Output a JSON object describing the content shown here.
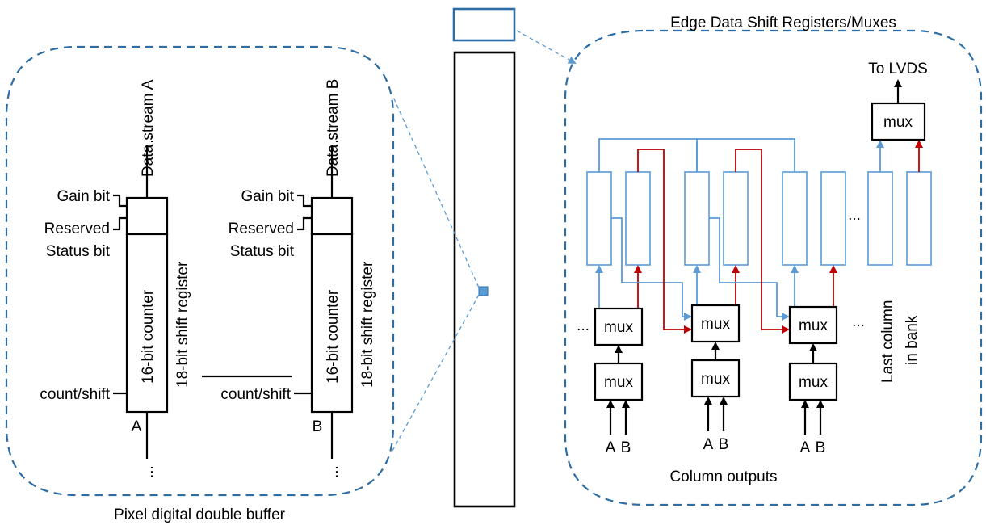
{
  "left_panel": {
    "caption": "Pixel digital double buffer",
    "unit_a": {
      "stream": "Data stream A",
      "gain": "Gain bit",
      "reserved": "Reserved",
      "status": "Status bit",
      "counter": "16-bit counter",
      "shift_reg": "18-bit shift register",
      "ctrl": "count/shift",
      "io": "A",
      "ellipsis_top": "...",
      "ellipsis_bottom": "..."
    },
    "unit_b": {
      "stream": "Data stream B",
      "gain": "Gain bit",
      "reserved": "Reserved",
      "status": "Status bit",
      "counter": "16-bit counter",
      "shift_reg": "18-bit shift register",
      "ctrl": "count/shift",
      "io": "B",
      "ellipsis_top": "...",
      "ellipsis_bottom": "..."
    }
  },
  "right_panel": {
    "title": "Edge Data Shift Registers/Muxes",
    "to_lvds": "To LVDS",
    "mux": "mux",
    "ellipsis": "...",
    "last_column": [
      "Last column",
      "in bank"
    ],
    "column_outputs": "Column outputs",
    "inputs": [
      "A",
      "B"
    ]
  },
  "colors": {
    "blue_path": "#5b9bd5",
    "red_path": "#c00000",
    "dashed_outline": "#2e6da4"
  }
}
